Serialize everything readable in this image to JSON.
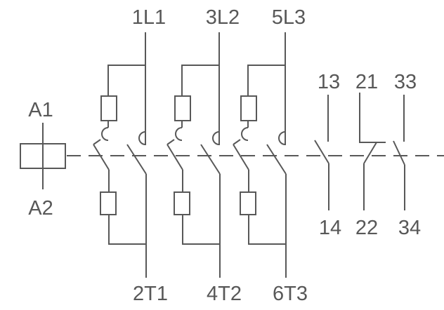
{
  "coil": {
    "top_label": "A1",
    "bottom_label": "A2"
  },
  "main_poles": [
    {
      "line_label": "1L1",
      "load_label": "2T1"
    },
    {
      "line_label": "3L2",
      "load_label": "4T2"
    },
    {
      "line_label": "5L3",
      "load_label": "6T3"
    }
  ],
  "aux_contacts": [
    {
      "type": "NO",
      "top_label": "13",
      "bottom_label": "14"
    },
    {
      "type": "NC",
      "top_label": "21",
      "bottom_label": "22"
    },
    {
      "type": "NO",
      "top_label": "33",
      "bottom_label": "34"
    }
  ],
  "colors": {
    "line": "#585858",
    "background": "#ffffff"
  }
}
